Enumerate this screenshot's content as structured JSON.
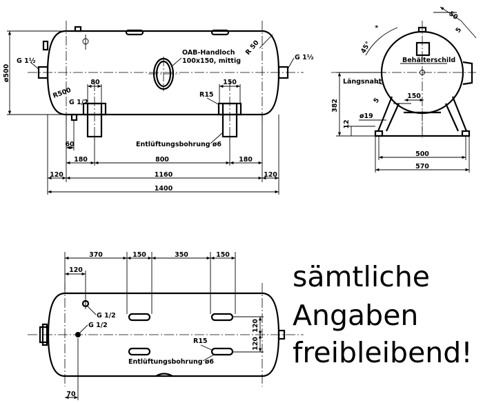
{
  "side_view": {
    "dims": {
      "d120_left": "120",
      "d1160": "1160",
      "d120_right": "120",
      "d1400": "1400",
      "d60": "60",
      "d180_left": "180",
      "d800": "800",
      "d180_right": "180",
      "d80": "80",
      "d150": "150",
      "d500": "ø500"
    },
    "labels": {
      "g_left": "G 1½",
      "g_right": "G 1½",
      "g_half": "G 1/2",
      "r500": "R500",
      "r50": "R 50",
      "r15": "R15",
      "handhole_1": "OAB-Handloch",
      "handhole_2": "100x150, mittig",
      "vent": "Entlüftungsbohrung ø6"
    }
  },
  "end_view": {
    "dims": {
      "d50": "50",
      "d5_top": "5",
      "d45": "45°",
      "d382": "382",
      "d12": "12",
      "d19": "ø19",
      "d5_mid": "5",
      "d150": "150",
      "d500": "500",
      "d570": "570"
    },
    "labels": {
      "nameplate": "Behälterschild",
      "seam": "Längsnaht"
    }
  },
  "top_view": {
    "dims": {
      "d370": "370",
      "d150_a": "150",
      "d350": "350",
      "d150_b": "150",
      "d120_top": "120",
      "d120_r1": "120",
      "d120_r2": "120",
      "d70": "70"
    },
    "labels": {
      "g_a": "G 1/2",
      "g_b": "G 1/2",
      "r15": "R15",
      "vent": "Entlüftungsbohrung ø6"
    }
  },
  "note": {
    "line1": "sämtliche",
    "line2": "Angaben",
    "line3": "freibleibend!"
  }
}
